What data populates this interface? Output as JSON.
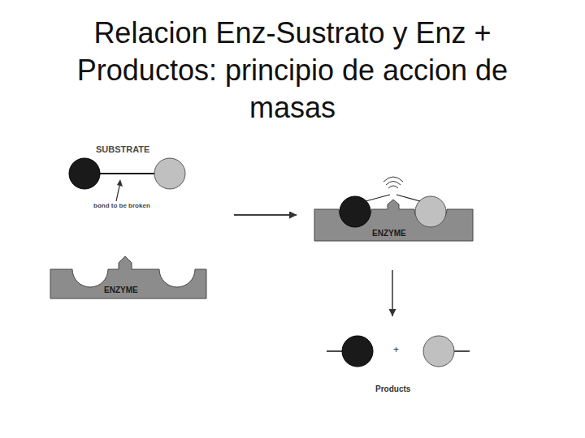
{
  "diagram": {
    "title": "Relacion Enz-Sustrato y Enz + Productos: principio de accion de masas",
    "nodes": [
      {
        "text": [
          "SUBSTRATE"
        ]
      },
      {
        "text": [
          "ENZYME"
        ]
      },
      {
        "text": [
          "ENZYME"
        ]
      },
      {
        "text": [
          "Products"
        ]
      }
    ],
    "edges": [
      {
        "from": 0,
        "to": 2,
        "arrow": "to"
      },
      {
        "from": 1,
        "to": 2,
        "arrow": "to"
      },
      {
        "from": 2,
        "to": 3,
        "arrow": "to"
      }
    ],
    "labels": [
      "bond to be broken",
      "+"
    ]
  }
}
